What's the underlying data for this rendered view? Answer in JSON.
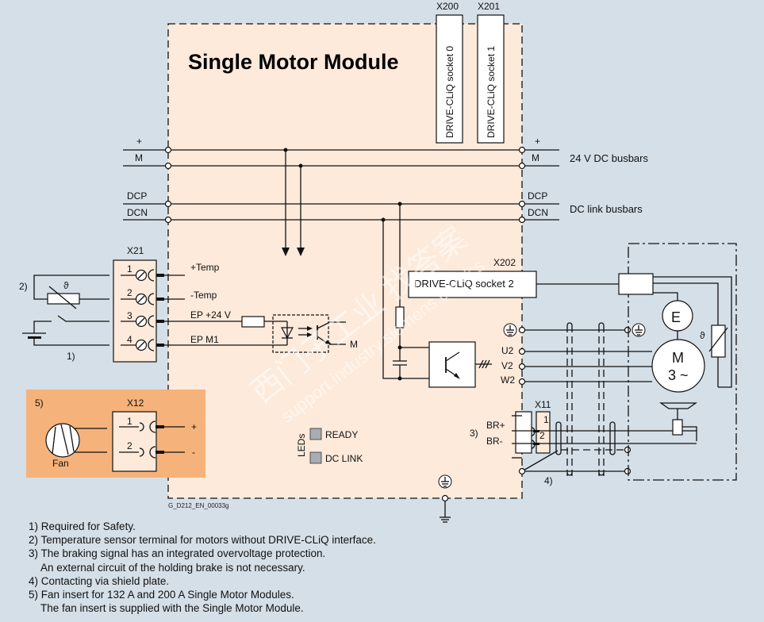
{
  "title": "Single Motor Module",
  "drawing_id": "G_D212_EN_00033g",
  "colors": {
    "background": "#d5dfe7",
    "module_fill": "#fdeadb",
    "fan_insert_fill": "#f5b27a",
    "led_fill": "#a7adb2"
  },
  "connectors": {
    "x200": {
      "name": "X200",
      "label": "DRIVE-CLiQ socket 0"
    },
    "x201": {
      "name": "X201",
      "label": "DRIVE-CLiQ socket 1"
    },
    "x202": {
      "name": "X202",
      "label": "DRIVE-CLiQ socket 2"
    },
    "x21": {
      "name": "X21",
      "pins": [
        {
          "num": "1",
          "signal": "+Temp"
        },
        {
          "num": "2",
          "signal": "-Temp"
        },
        {
          "num": "3",
          "signal": "EP +24 V"
        },
        {
          "num": "4",
          "signal": "EP M1"
        }
      ]
    },
    "x12": {
      "name": "X12",
      "pins": [
        {
          "num": "1",
          "signal": "+"
        },
        {
          "num": "2",
          "signal": "-"
        }
      ]
    },
    "x11": {
      "name": "X11",
      "pins": [
        {
          "num": "1",
          "signal": "BR+"
        },
        {
          "num": "2",
          "signal": "BR-"
        }
      ]
    }
  },
  "busbars": {
    "plus": "+",
    "m": "M",
    "dcp": "DCP",
    "dcn": "DCN",
    "dc24_label": "24 V DC busbars",
    "dclink_label": "DC link busbars"
  },
  "optocoupler_output": "M",
  "motor_outputs": [
    "U2",
    "V2",
    "W2"
  ],
  "motor": {
    "label_line1": "M",
    "label_line2": "3 ~",
    "encoder": "E",
    "temp_symbol": "ϑ"
  },
  "temp_symbol": "ϑ",
  "fan_label": "Fan",
  "leds": {
    "group_label": "LEDs",
    "items": [
      "READY",
      "DC LINK"
    ]
  },
  "refs": {
    "r1": "1)",
    "r2": "2)",
    "r3": "3)",
    "r4": "4)",
    "r5": "5)"
  },
  "notes": [
    {
      "text": "1) Required for Safety.",
      "cont": false
    },
    {
      "text": "2) Temperature sensor terminal for motors without DRIVE-CLiQ interface.",
      "cont": false
    },
    {
      "text": "3) The braking signal has an integrated overvoltage protection.",
      "cont": false
    },
    {
      "text": "An external circuit of the holding brake is not necessary.",
      "cont": true
    },
    {
      "text": "4) Contacting via shield plate.",
      "cont": false
    },
    {
      "text": "5) Fan insert for 132 A and 200 A Single Motor Modules.",
      "cont": false
    },
    {
      "text": "The fan insert is supplied with the Single Motor Module.",
      "cont": true
    }
  ],
  "watermark": {
    "line1": "西门子工业 找答案",
    "line2": "support.industry.siemens.com/cs"
  }
}
